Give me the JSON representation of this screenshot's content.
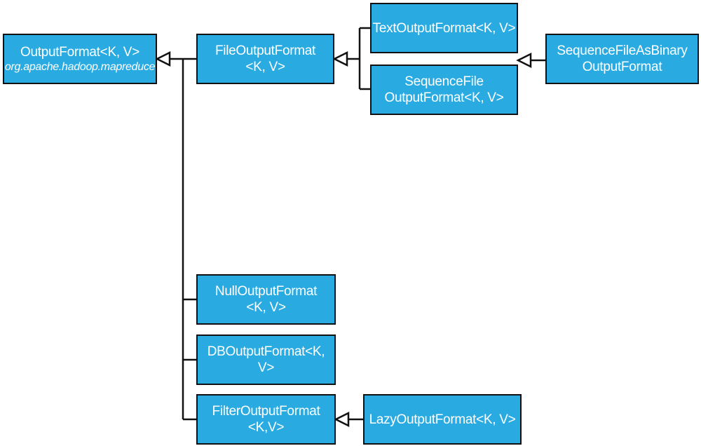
{
  "diagram": {
    "colors": {
      "box_fill": "#29abe2",
      "box_border": "#111111",
      "line": "#111111",
      "text": "#ffffff"
    },
    "nodes": {
      "outputformat": {
        "line1": "OutputFormat<K, V>",
        "line2": "org.apache.hadoop.mapreduce"
      },
      "fileoutputformat": {
        "line1": "FileOutputFormat",
        "line2": "<K, V>"
      },
      "textoutputformat": {
        "line1": "TextOutputFormat<K, V>"
      },
      "sequencefileoutputformat": {
        "line1": "SequenceFile",
        "line2": "OutputFormat<K, V>"
      },
      "sequencefileasbinaryoutputformat": {
        "line1": "SequenceFileAsBinary",
        "line2": "OutputFormat"
      },
      "nulloutputformat": {
        "line1": "NullOutputFormat",
        "line2": "<K, V>"
      },
      "dboutputformat": {
        "line1": "DBOutputFormat<K, V>"
      },
      "filteroutputformat": {
        "line1": "FilterOutputFormat",
        "line2": "<K,V>"
      },
      "lazyoutputformat": {
        "line1": "LazyOutputFormat<K, V>"
      }
    },
    "edges": [
      {
        "from": "fileoutputformat",
        "to": "outputformat"
      },
      {
        "from": "nulloutputformat",
        "to": "outputformat"
      },
      {
        "from": "dboutputformat",
        "to": "outputformat"
      },
      {
        "from": "filteroutputformat",
        "to": "outputformat"
      },
      {
        "from": "textoutputformat",
        "to": "fileoutputformat"
      },
      {
        "from": "sequencefileoutputformat",
        "to": "fileoutputformat"
      },
      {
        "from": "sequencefileasbinaryoutputformat",
        "to": "sequencefileoutputformat"
      },
      {
        "from": "lazyoutputformat",
        "to": "filteroutputformat"
      }
    ]
  }
}
